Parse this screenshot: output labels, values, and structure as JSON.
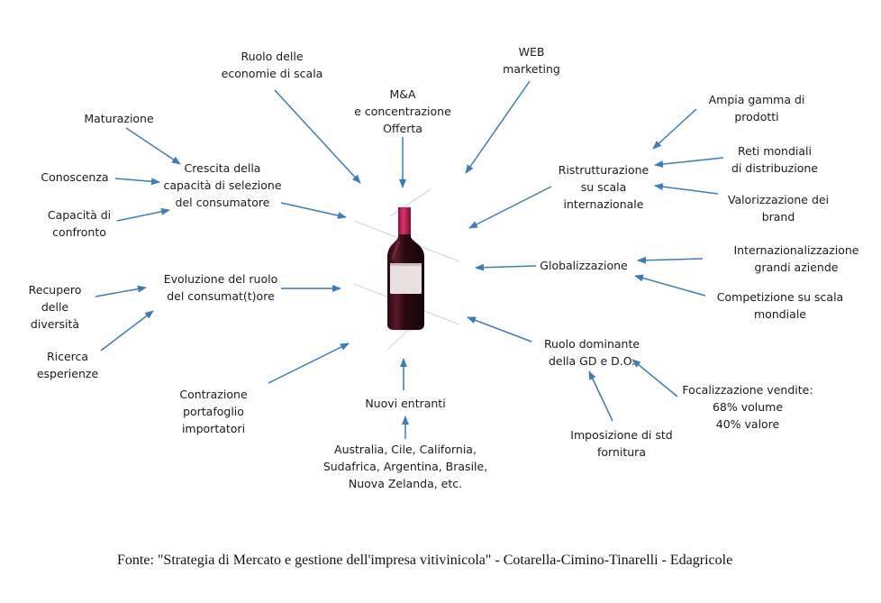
{
  "nodes": {
    "ruolo_economie": "Ruolo delle\neconomie di scala",
    "web_marketing": "WEB\nmarketing",
    "ma_concentrazione": "M&A\ne concentrazione\nOfferta",
    "maturazione": "Maturazione",
    "conoscenza": "Conoscenza",
    "capacita_confronto": "Capacità di\nconfronto",
    "crescita_capacita": "Crescita della\ncapacità di selezione\ndel consumatore",
    "ristrutturazione": "Ristrutturazione\nsu  scala\ninternazionale",
    "ampia_gamma": "Ampia gamma di\nprodotti",
    "reti_mondiali": "Reti  mondiali\ndi distribuzione",
    "valorizzazione_brand": "Valorizzazione dei\nbrand",
    "internazionalizzazione": "Internazionalizzazione\ngrandi aziende",
    "globalizzazione": "Globalizzazione",
    "competizione": "Competizione su scala\nmondiale",
    "recupero_diversita": "Recupero\ndelle\ndiversità",
    "evoluzione_ruolo": "Evoluzione del ruolo\ndel consumat(t)ore",
    "ricerca_esperienze": "Ricerca\nesperienze",
    "ruolo_dominante": "Ruolo dominante\ndella GD e D.O.",
    "focalizzazione": "Focalizzazione vendite:\n68%  volume\n40%  valore",
    "imposizione_std": "Imposizione di std\nfornitura",
    "contrazione": "Contrazione\nportafoglio\nimportatori",
    "nuovi_entranti": "Nuovi entranti",
    "paesi": "Australia, Cile, California,\nSudafrica, Argentina, Brasile,\nNuova Zelanda, etc."
  },
  "source": "Fonte: \"Strategia di Mercato e gestione dell'impresa vitivinicola\" - Cotarella-Cimino-Tinarelli - Edagricole",
  "colors": {
    "arrow": "#3c7db6",
    "capsule": "#c0244f",
    "bottle": "#3a0d17",
    "label_paper": "#e7e1e1",
    "guide_lines": "#d7d7d7"
  },
  "icons": {
    "center": "wine-bottle-icon"
  }
}
